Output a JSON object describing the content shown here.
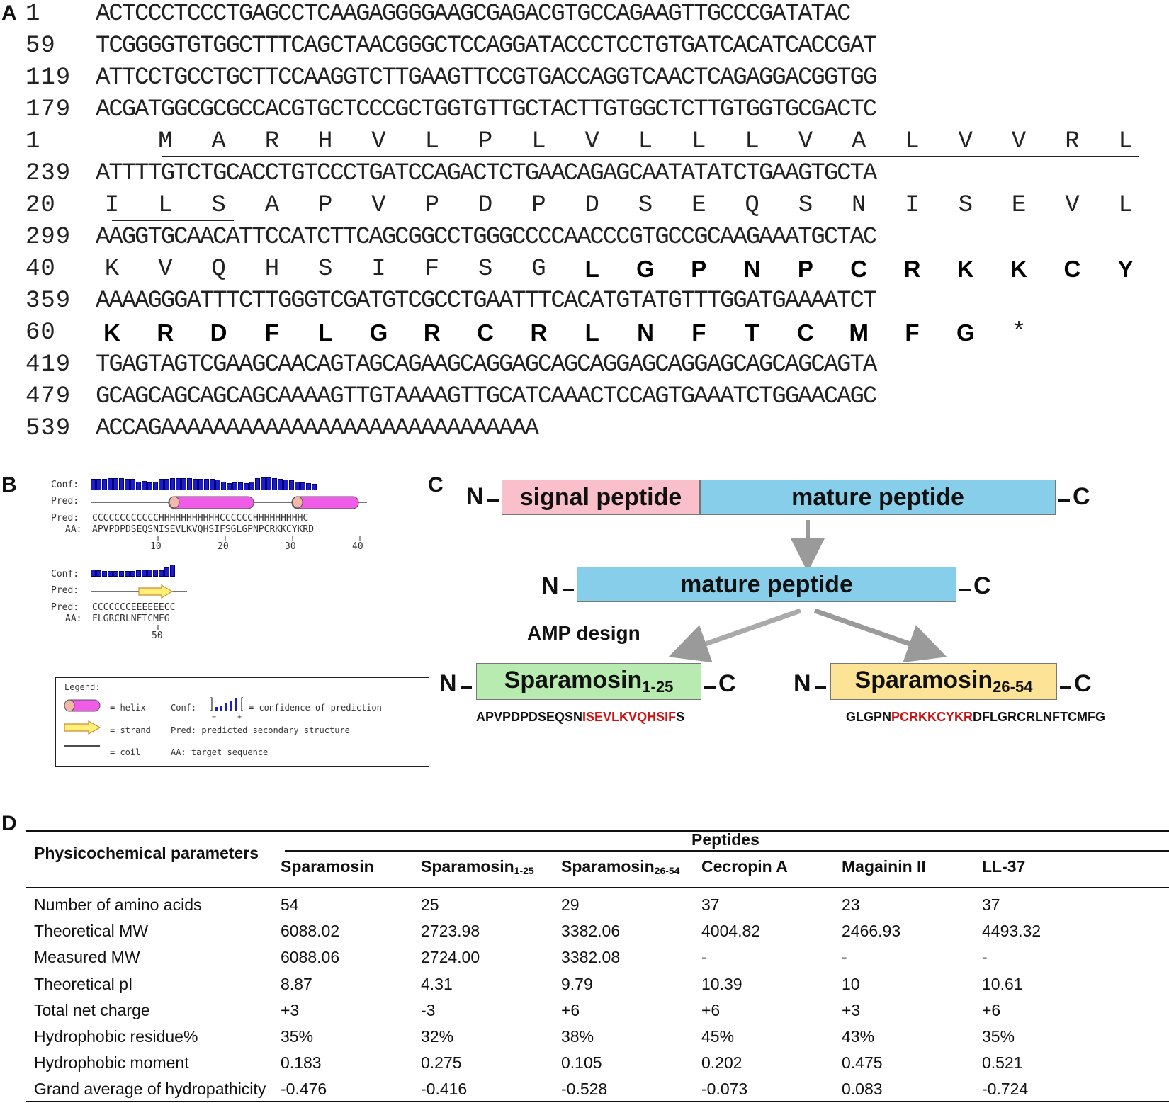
{
  "panelA": {
    "label": "A",
    "dna_rows": [
      {
        "num": "1",
        "seq": "ACTCCCTCCCTGAGCCTCAAGAGGGGAAGCGAGACGTGCCAGAAGTTGCCCGATATAC"
      },
      {
        "num": "59",
        "seq": "TCGGGGTGTGGCTTTCAGCTAACGGGCTCCAGGATACCCTCCTGTGATCACATCACCGAT"
      },
      {
        "num": "119",
        "seq": "ATTCCTGCCTGCTTCCAAGGTCTTGAAGTTCCGTGACCAGGTCAACTCAGAGGACGGTGG"
      },
      {
        "num": "179",
        "seq": "ACGATGGCGCGCCACGTGCTCCCGCTGGTGTTGCTACTTGTGGCTCTTGTGGTGCGACTC"
      },
      {
        "num": "239",
        "seq": "ATTTTGTCTGCACCTGTCCCTGATCCAGACTCTGAACAGAGCAATATATCTGAAGTGCTA"
      },
      {
        "num": "299",
        "seq": "AAGGTGCAACATTCCATCTTCAGCGGCCTGGGCCCCAACCCGTGCCGCAAGAAATGCTAC"
      },
      {
        "num": "359",
        "seq": "AAAAGGGATTTCTTGGGTCGATGTCGCCTGAATTTCACATGTATGTTTGGATGAAAATCT"
      },
      {
        "num": "419",
        "seq": "TGAGTAGTCGAAGCAACAGTAGCAGAAGCAGGAGCAGCAGGAGCAGGAGCAGCAGCAGTA"
      },
      {
        "num": "479",
        "seq": "GCAGCAGCAGCAGCAAAAGTTGTAAAAGTTGCATCAAACTCCAGTGAAATCTGGAACAGC"
      },
      {
        "num": "539",
        "seq": "ACCAGAAAAAAAAAAAAAAAAAAAAAAAAAAAAA"
      }
    ],
    "aa_rows": [
      {
        "num": "1",
        "residues": [
          "M",
          "A",
          "R",
          "H",
          "V",
          "L",
          "P",
          "L",
          "V",
          "L",
          "L",
          "L",
          "V",
          "A",
          "L",
          "V",
          "V",
          "R",
          "L"
        ]
      },
      {
        "num": "20",
        "residues": [
          "I",
          "L",
          "S",
          "A",
          "P",
          "V",
          "P",
          "D",
          "P",
          "D",
          "S",
          "E",
          "Q",
          "S",
          "N",
          "I",
          "S",
          "E",
          "V",
          "L"
        ]
      },
      {
        "num": "40",
        "residues": [
          "K",
          "V",
          "Q",
          "H",
          "S",
          "I",
          "F",
          "S",
          "G",
          "L",
          "G",
          "P",
          "N",
          "P",
          "C",
          "R",
          "K",
          "K",
          "C",
          "Y"
        ]
      },
      {
        "num": "60",
        "residues": [
          "K",
          "R",
          "D",
          "F",
          "L",
          "G",
          "R",
          "C",
          "R",
          "L",
          "N",
          "F",
          "T",
          "C",
          "M",
          "F",
          "G",
          "*"
        ]
      }
    ]
  },
  "panelB": {
    "label": "B",
    "block1": {
      "conf_label": "Conf:",
      "pred_label": "Pred:",
      "pred_seq_label": "Pred:",
      "pred_seq": "CCCCCCCCCCCCHHHHHHHHHHHCCCCCCHHHHHHHHHC",
      "aa_label": "AA:",
      "aa_seq": "APVPDPDSEQSNISEVLKVQHSIFSGLGPNPCRKKCYKRD",
      "ticks": [
        "10",
        "20",
        "30",
        "40"
      ],
      "conf_values": [
        0.82,
        0.78,
        0.82,
        0.85,
        0.85,
        0.85,
        0.82,
        0.78,
        0.6,
        0.65,
        0.55,
        0.6,
        0.8,
        0.82,
        0.85,
        0.85,
        0.85,
        0.85,
        0.82,
        0.8,
        0.78,
        0.8,
        0.75,
        0.6,
        0.5,
        0.55,
        0.55,
        0.5,
        0.6,
        0.85,
        0.88,
        0.88,
        0.85,
        0.82,
        0.75,
        0.7,
        0.6,
        0.55,
        0.5,
        0.45
      ]
    },
    "block2": {
      "conf_label": "Conf:",
      "pred_label": "Pred:",
      "pred_seq_label": "Pred:",
      "pred_seq": "CCCCCCCEEEEEECC",
      "aa_label": "AA:",
      "aa_seq": "FLGRCRLNFTCMFG",
      "ticks": [
        "50"
      ],
      "conf_values": [
        0.55,
        0.5,
        0.45,
        0.45,
        0.45,
        0.45,
        0.45,
        0.45,
        0.5,
        0.55,
        0.55,
        0.55,
        0.5,
        0.7,
        0.95
      ]
    },
    "legend": {
      "title": "Legend:",
      "helix": "= helix",
      "strand": "= strand",
      "coil": "= coil",
      "conf_label": "Conf:",
      "conf_desc": "= confidence of prediction",
      "pred_desc": "Pred: predicted secondary structure",
      "aa_desc": "AA: target sequence",
      "minus": "−",
      "plus": "+"
    }
  },
  "panelC": {
    "label": "C",
    "n_term": "N",
    "c_term": "C",
    "signal_peptide": "signal peptide",
    "mature_peptide_1": "mature peptide",
    "mature_peptide_2": "mature peptide",
    "amp_design": "AMP design",
    "spar_1_25_name": "Sparamosin",
    "spar_1_25_sub": "1-25",
    "spar_26_54_name": "Sparamosin",
    "spar_26_54_sub": "26-54",
    "seq1_pre": "APVPDPDSEQSN",
    "seq1_red": "ISEVLKVQHSIF",
    "seq1_post": "S",
    "seq2_pre": "GLGPN",
    "seq2_red": "PCRKKCYKR",
    "seq2_post": "DFLGRCRLNFTCMFG",
    "colors": {
      "signal": "#f9c0cb",
      "mature": "#87ceeb",
      "green": "#b8ebb0",
      "yellow": "#fde396",
      "red": "#cc1111"
    }
  },
  "panelD": {
    "label": "D",
    "param_header": "Physicochemical parameters",
    "peptides_header": "Peptides",
    "columns": [
      {
        "name": "Sparamosin",
        "sub": ""
      },
      {
        "name": "Sparamosin",
        "sub": "1-25"
      },
      {
        "name": "Sparamosin",
        "sub": "26-54"
      },
      {
        "name": "Cecropin A",
        "sub": ""
      },
      {
        "name": "Magainin II",
        "sub": ""
      },
      {
        "name": "LL-37",
        "sub": ""
      }
    ],
    "rows": [
      {
        "param": "Number of amino acids",
        "values": [
          "54",
          "25",
          "29",
          "37",
          "23",
          "37"
        ]
      },
      {
        "param": "Theoretical MW",
        "values": [
          "6088.02",
          "2723.98",
          "3382.06",
          "4004.82",
          "2466.93",
          "4493.32"
        ]
      },
      {
        "param": "Measured MW",
        "values": [
          "6088.06",
          "2724.00",
          "3382.08",
          "-",
          "-",
          "-"
        ]
      },
      {
        "param": "Theoretical pI",
        "values": [
          "8.87",
          "4.31",
          "9.79",
          "10.39",
          "10",
          "10.61"
        ]
      },
      {
        "param": "Total net charge",
        "values": [
          "+3",
          "-3",
          "+6",
          "+6",
          "+3",
          "+6"
        ]
      },
      {
        "param": "Hydrophobic residue%",
        "values": [
          "35%",
          "32%",
          "38%",
          "45%",
          "43%",
          "35%"
        ]
      },
      {
        "param": "Hydrophobic moment",
        "values": [
          "0.183",
          "0.275",
          "0.105",
          "0.202",
          "0.475",
          "0.521"
        ]
      },
      {
        "param": "Grand average of hydropathicity",
        "values": [
          "-0.476",
          "-0.416",
          "-0.528",
          "-0.073",
          "0.083",
          "-0.724"
        ]
      }
    ]
  }
}
